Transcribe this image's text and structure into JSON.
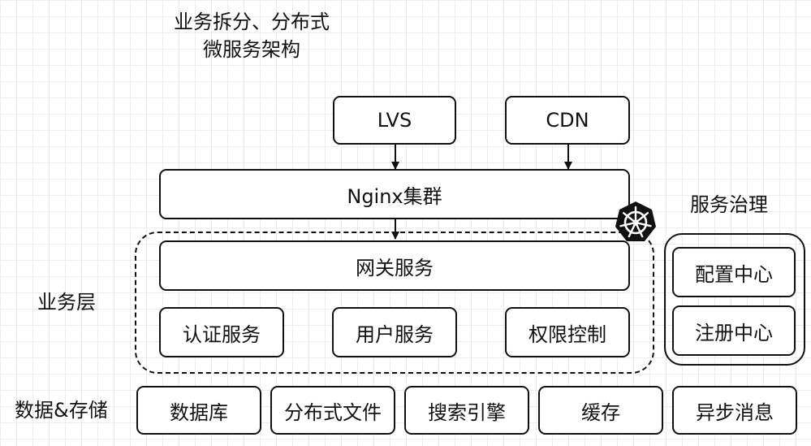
{
  "title": {
    "line1": "业务拆分、分布式",
    "line2": "微服务架构"
  },
  "entry": {
    "lvs": "LVS",
    "cdn": "CDN",
    "nginx": "Nginx集群"
  },
  "business_layer": {
    "label": "业务层",
    "gateway": "网关服务",
    "services": [
      "认证服务",
      "用户服务",
      "权限控制"
    ],
    "badge_icon": "kubernetes-helm-wheel-icon"
  },
  "governance": {
    "label": "服务治理",
    "items": [
      "配置中心",
      "注册中心"
    ]
  },
  "storage": {
    "label": "数据&存储",
    "items": [
      "数据库",
      "分布式文件",
      "搜索引擎",
      "缓存",
      "异步消息"
    ]
  },
  "colors": {
    "stroke": "#111111",
    "background": "#ffffff",
    "grid": "#ececec"
  }
}
